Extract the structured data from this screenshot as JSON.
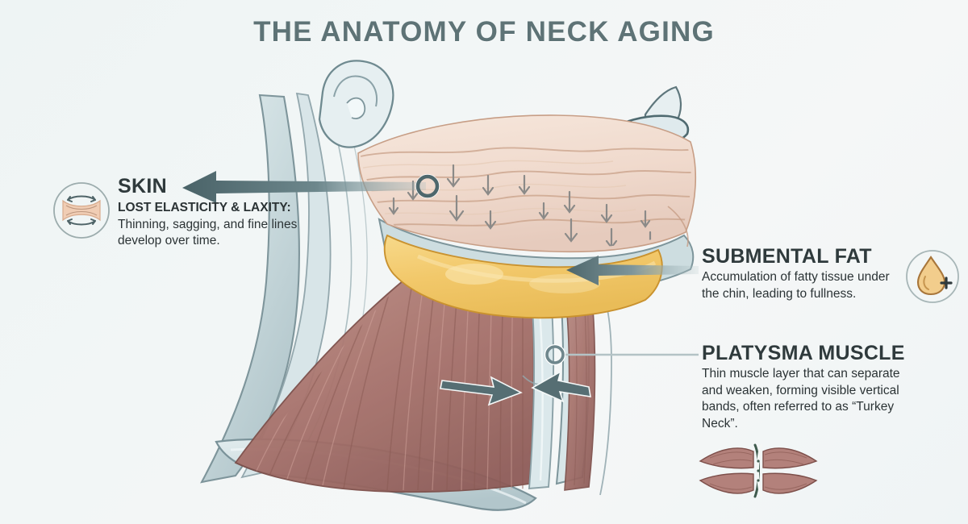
{
  "page": {
    "title": "THE ANATOMY OF NECK AGING",
    "background_color": "#eef4f4",
    "title_color": "#5e7376"
  },
  "callouts": [
    {
      "id": "skin",
      "heading": "SKIN",
      "subheading": "LOST ELASTICITY & LAXITY:",
      "body": "Thinning, sagging, and fine lines develop over time.",
      "icon": "skin-elasticity-icon",
      "pointer": "arrow-left",
      "accent_color": "#5b7478"
    },
    {
      "id": "submental_fat",
      "heading": "SUBMENTAL FAT",
      "subheading": "",
      "body": "Accumulation of fatty tissue under the chin, leading to fullness.",
      "icon": "fat-droplet-plus-icon",
      "pointer": "arrow-left",
      "accent_color": "#5b7478"
    },
    {
      "id": "platysma_muscle",
      "heading": "PLATYSMA MUSCLE",
      "subheading": "",
      "body": "Thin muscle layer that can separate and weaken, forming visible vertical bands, often referred to as “Turkey Neck”.",
      "icon": "separating-muscle-icon",
      "pointer": "leader-line-dot",
      "accent_color": "#9aa9ab"
    }
  ],
  "illustration": {
    "name": "neck-profile-cross-section",
    "layers": [
      {
        "name": "skin-layer",
        "color": "#f0ddd0",
        "note": "peach skin layer with wrinkle lines and downward sagging arrows"
      },
      {
        "name": "submental-fat-pad",
        "color": "#f3c96a",
        "note": "yellow fat pad beneath the chin"
      },
      {
        "name": "platysma-muscle",
        "color": "#ad7a74",
        "note": "mauve striated muscle sheet with central separation band"
      },
      {
        "name": "bone-cartilage",
        "color": "#c3d2d5",
        "note": "pale blue-gray jaw, ear, lips, clavicle"
      }
    ],
    "sag_arrow_count": 14,
    "band_arrows": 2
  }
}
